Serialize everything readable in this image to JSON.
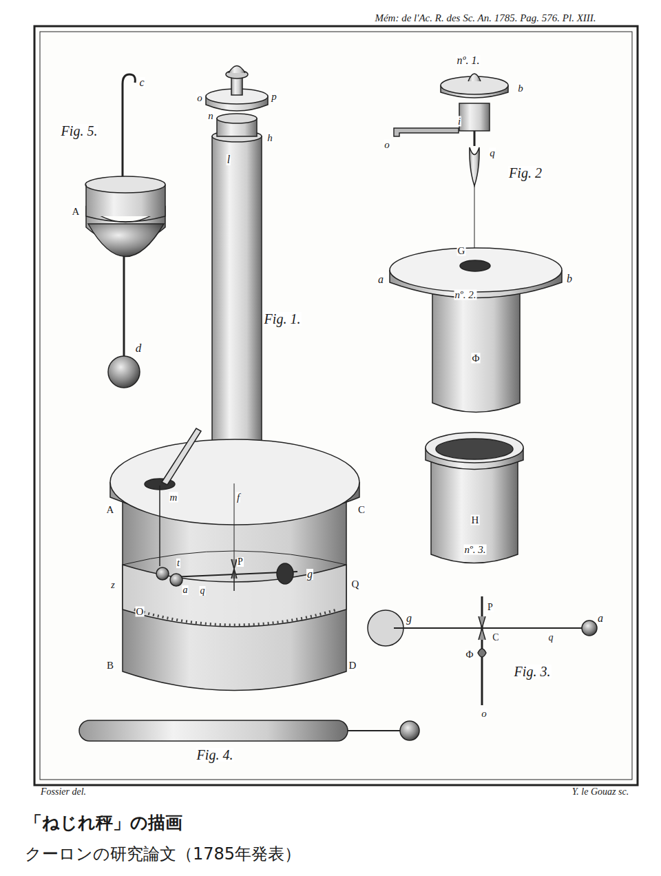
{
  "diagram": {
    "title": "「ねじれ秤」の描画",
    "caption": "クーロンの研究論文（1785年発表）",
    "labels": [
      "Mém: de l'Ac. R. des Sc. An. 1785. Pag. 576. Pl. XIII.",
      "c",
      "Fig. 5.",
      "A",
      "d",
      "o",
      "p",
      "n",
      "h",
      "l",
      "Fig. 1.",
      "nº. 1.",
      "b",
      "o",
      "i",
      "q",
      "Fig. 2",
      "a",
      "G",
      "b",
      "nº. 2.",
      "Φ",
      "H",
      "nº. 3.",
      "A",
      "m",
      "f",
      "C",
      "t",
      "a",
      "q",
      "P",
      "g",
      "Q",
      "z",
      "O",
      "B",
      "D",
      "g",
      "P",
      "C",
      "q",
      "a",
      "Φ",
      "Fig. 3.",
      "o",
      "Fig. 4.",
      "Fossier del.",
      "Y. le Gouaz sc."
    ]
  }
}
